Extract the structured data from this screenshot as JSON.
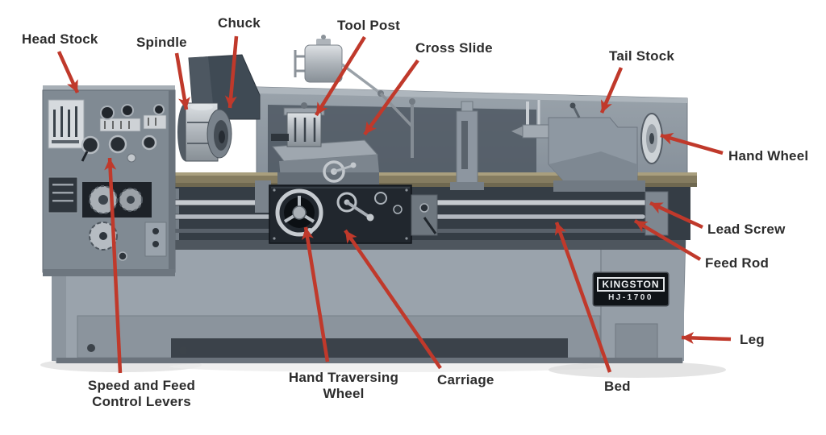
{
  "machine": {
    "brand": "KINGSTON",
    "model": "HJ-1700"
  },
  "colors": {
    "arrow": "#c0392b",
    "label_text": "#2d2d2d",
    "background": "#ffffff",
    "machine_body": "#8a949d",
    "machine_dark": "#353d45",
    "metal_light": "#c9ced3"
  },
  "labels": [
    {
      "id": "head-stock",
      "text": "Head Stock"
    },
    {
      "id": "spindle",
      "text": "Spindle"
    },
    {
      "id": "chuck",
      "text": "Chuck"
    },
    {
      "id": "tool-post",
      "text": "Tool Post"
    },
    {
      "id": "cross-slide",
      "text": "Cross Slide"
    },
    {
      "id": "tail-stock",
      "text": "Tail Stock"
    },
    {
      "id": "hand-wheel",
      "text": "Hand Wheel"
    },
    {
      "id": "lead-screw",
      "text": "Lead Screw"
    },
    {
      "id": "feed-rod",
      "text": "Feed Rod"
    },
    {
      "id": "leg",
      "text": "Leg"
    },
    {
      "id": "bed",
      "text": "Bed"
    },
    {
      "id": "carriage",
      "text": "Carriage"
    },
    {
      "id": "hand-traversing-wheel",
      "text": "Hand Traversing Wheel"
    },
    {
      "id": "speed-feed-control-levers",
      "text": "Speed and Feed Control Levers"
    }
  ]
}
